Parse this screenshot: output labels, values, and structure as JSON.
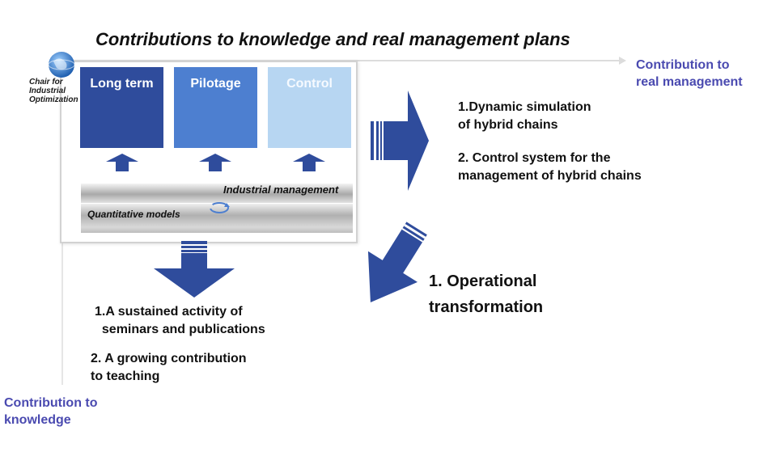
{
  "title": "Contributions to knowledge and real management plans",
  "org_label": {
    "lines": [
      "Chair for",
      "Industrial",
      "Optimization"
    ]
  },
  "axes": {
    "horizontal_label": {
      "lines": [
        "Contribution to",
        "real management"
      ]
    },
    "vertical_label": {
      "lines": [
        "Contribution to",
        "knowledge"
      ]
    }
  },
  "boxes": [
    {
      "label": "Long term",
      "color": "#2f4c9c"
    },
    {
      "label": "Pilotage",
      "color": "#4d7fd0"
    },
    {
      "label": "Control",
      "color": "#b7d6f2"
    }
  ],
  "layers": {
    "industrial_management": "Industrial management",
    "quantitative_models": "Quantitative models"
  },
  "real_management_items": [
    {
      "lines": [
        "1.Dynamic simulation",
        "of hybrid chains"
      ]
    },
    {
      "lines": [
        "2. Control system for the",
        "management of hybrid chains"
      ]
    }
  ],
  "operational_item": {
    "lines": [
      "1. Operational",
      "transformation"
    ]
  },
  "knowledge_items": [
    {
      "lines": [
        "1.A sustained activity of",
        "  seminars and publications"
      ]
    },
    {
      "lines": [
        "2. A growing contribution",
        "to teaching"
      ]
    }
  ],
  "accent_color": "#2f4c9c",
  "axis_label_color": "#4a4ab0"
}
